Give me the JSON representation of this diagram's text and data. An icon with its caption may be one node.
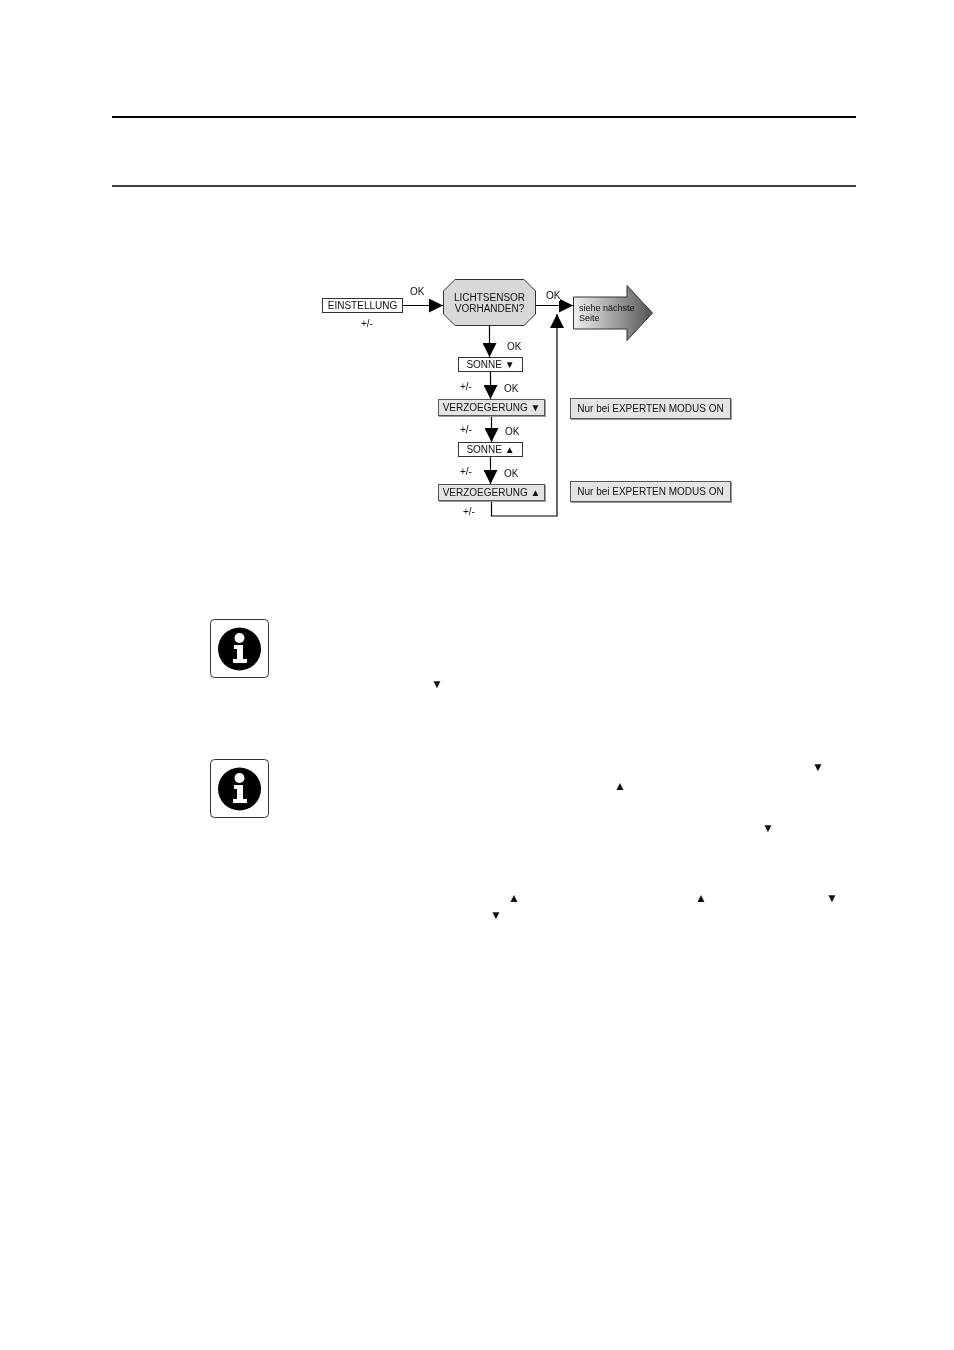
{
  "diagram": {
    "nodes": [
      {
        "text": [
          "EINSTELLUNG"
        ]
      },
      {
        "text": [
          "LICHTSENSOR VORHANDEN?"
        ]
      },
      {
        "text": [
          "siehe nächste Seite"
        ]
      },
      {
        "text": [
          "SONNE ▼"
        ]
      },
      {
        "text": [
          "VERZOEGERUNG ▼"
        ]
      },
      {
        "text": [
          "SONNE ▲"
        ]
      },
      {
        "text": [
          "VERZOEGERUNG ▲"
        ]
      },
      {
        "text": [
          "Nur bei EXPERTEN MODUS ON"
        ]
      },
      {
        "text": [
          "Nur bei EXPERTEN MODUS ON"
        ]
      }
    ],
    "edges": [
      {
        "from": 0,
        "to": 1,
        "arrow": "to",
        "label": "OK"
      },
      {
        "from": 1,
        "to": 2,
        "arrow": "to",
        "label": "OK"
      },
      {
        "from": 1,
        "to": 3,
        "arrow": "to",
        "label": "OK"
      },
      {
        "from": 3,
        "to": 4,
        "arrow": "to",
        "label": "OK"
      },
      {
        "from": 4,
        "to": 5,
        "arrow": "to",
        "label": "OK"
      },
      {
        "from": 5,
        "to": 6,
        "arrow": "to",
        "label": "OK"
      },
      {
        "from": 6,
        "to": 2,
        "arrow": "to",
        "label": "+/-"
      }
    ],
    "labels": [
      "+/-",
      "+/-",
      "+/-",
      "+/-",
      "▼",
      "▼",
      "▲",
      "▼",
      "▲",
      "▲",
      "▼",
      "▼"
    ]
  }
}
